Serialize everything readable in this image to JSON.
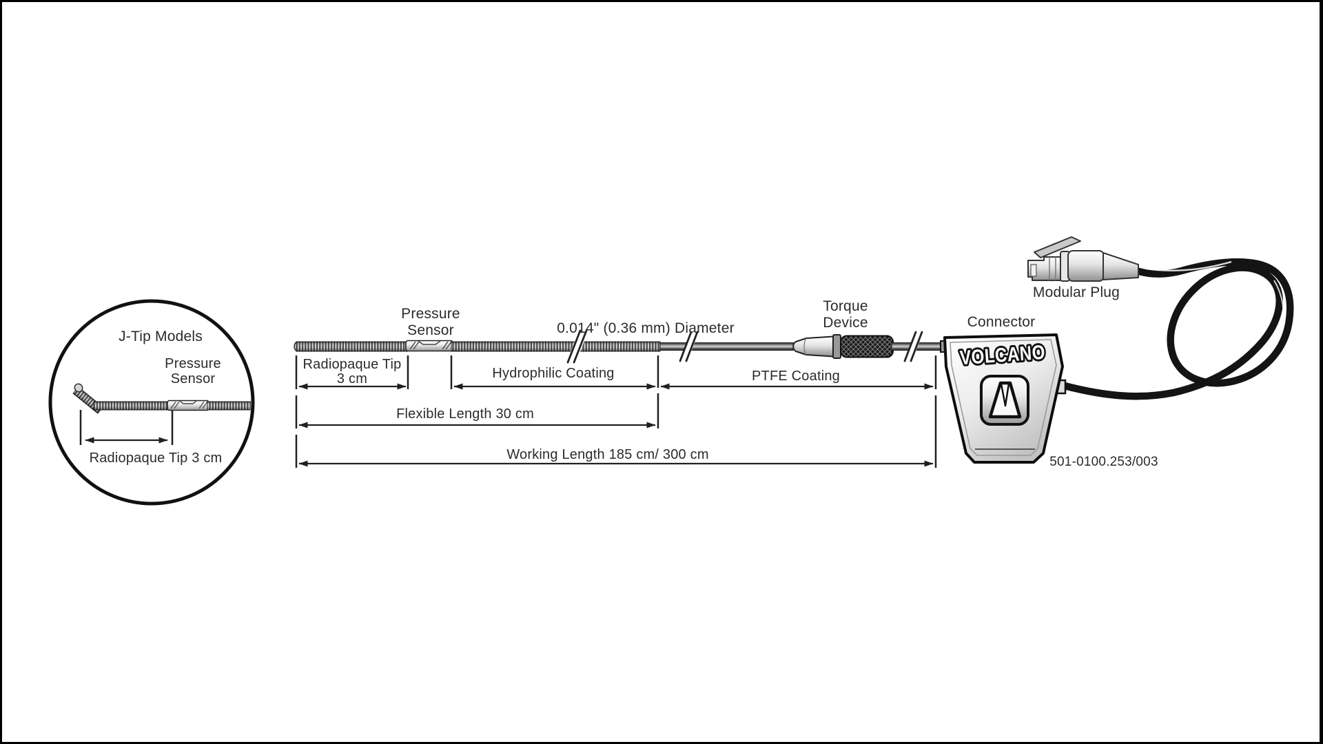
{
  "inset": {
    "title": "J-Tip Models",
    "pressure_sensor": {
      "line1": "Pressure",
      "line2": "Sensor"
    },
    "dimension_label": "Radiopaque Tip 3 cm"
  },
  "main": {
    "pressure_sensor": {
      "line1": "Pressure",
      "line2": "Sensor"
    },
    "diameter_label": "0.014\" (0.36 mm) Diameter",
    "torque_device": {
      "line1": "Torque",
      "line2": "Device"
    },
    "connector_label": "Connector",
    "modular_plug_label": "Modular Plug",
    "brand_logo": "VOLCANO",
    "part_number": "501-0100.253/003",
    "dimensions": {
      "radiopaque": {
        "line1": "Radiopaque Tip",
        "line2": "3 cm"
      },
      "hydrophilic": "Hydrophilic Coating",
      "ptfe": "PTFE Coating",
      "flexible": "Flexible Length 30 cm",
      "working": "Working Length 185 cm/ 300 cm"
    }
  },
  "colors": {
    "ink": "#231f20",
    "background": "#ffffff",
    "cable": "#141414",
    "metal_light": "#e8e8e8"
  }
}
